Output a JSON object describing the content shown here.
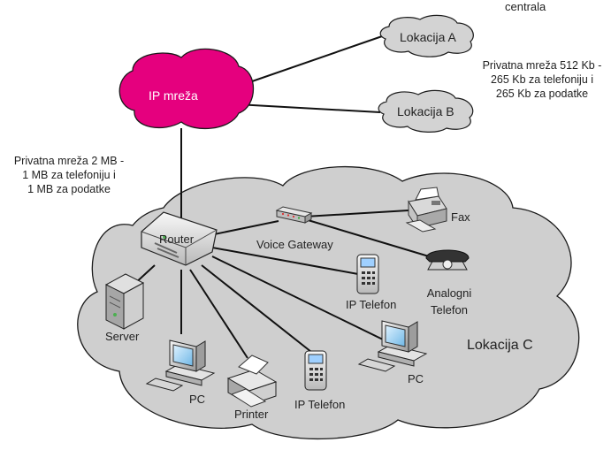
{
  "header": {
    "top_right": "centrala"
  },
  "clouds": {
    "ip_network": "IP mreža",
    "location_a": "Lokacija A",
    "location_b": "Lokacija B",
    "location_c": "Lokacija C"
  },
  "notes": {
    "remote_link": [
      "Privatna mreža 512 Kb -",
      "265 Kb za telefoniju i",
      "265 Kb za podatke"
    ],
    "main_link": [
      "Privatna mreža 2 MB -",
      "1 MB za telefoniju i",
      "1 MB za podatke"
    ]
  },
  "devices": {
    "router": "Router",
    "voice_gateway": "Voice Gateway",
    "fax": "Fax",
    "analog_phone": [
      "Analogni",
      "Telefon"
    ],
    "ip_phone_right": "IP Telefon",
    "ip_phone_bottom": "IP Telefon",
    "server": "Server",
    "pc_left": "PC",
    "pc_right": "PC",
    "printer": "Printer"
  },
  "colors": {
    "ip_cloud": "#e5007e",
    "location_cloud": "#d3d3d3",
    "big_cloud": "#cfcfcf",
    "cloud_stroke": "#1a1a1a",
    "line": "#111111"
  }
}
